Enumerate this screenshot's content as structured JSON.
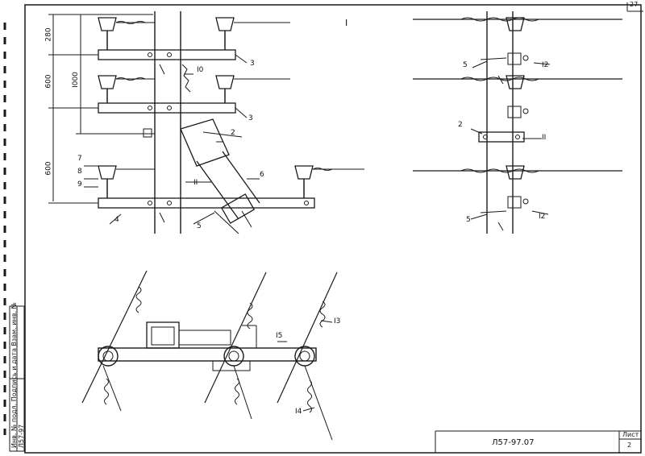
{
  "corner_number": "27",
  "view_label": "I",
  "dimensions": {
    "d280": "280",
    "d600_top": "600",
    "d1000": "I000",
    "d600_bottom": "600"
  },
  "left_labels": {
    "n10": "I0",
    "n3a": "3",
    "n3b": "3",
    "n2": "2",
    "n7": "7",
    "n8": "8",
    "n9": "9",
    "n4": "4",
    "n5": "5",
    "n6": "6",
    "nII": "II"
  },
  "right_labels": {
    "n5a": "5",
    "n12a": "I2",
    "n2": "2",
    "nII": "II",
    "n5b": "5",
    "n12b": "I2"
  },
  "bottom_labels": {
    "n13": "I3",
    "n15": "I5",
    "n14": "I4"
  },
  "title_block": {
    "doc_code": "Л57-97.07",
    "sheet_label": "Лист",
    "sheet_number": "2"
  },
  "side_stamp": {
    "line1": "Инв. № подл. Подпись и дата Взам. инв. №",
    "line2": "Л57-97"
  }
}
